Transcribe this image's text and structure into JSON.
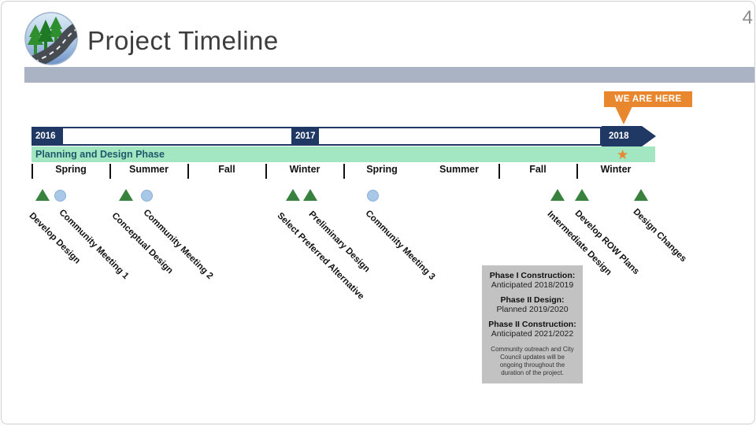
{
  "slide": {
    "title": "Project Timeline",
    "page_number": "4"
  },
  "colors": {
    "navy": "#1f3864",
    "mint": "#a3e6c2",
    "orange": "#e8872e",
    "band": "#a9b3c4",
    "tree_green": "#38813f",
    "circle_blue": "#a9c7e6",
    "phase_text": "#1c5a6b",
    "gray_box": "#c2c2c2"
  },
  "we_are_here": {
    "label": "WE ARE HERE"
  },
  "timeline": {
    "years": [
      "2016",
      "2017",
      "2018"
    ],
    "phase_label": "Planning and Design Phase",
    "seasons": [
      "Spring",
      "Summer",
      "Fall",
      "Winter",
      "Spring",
      "Summer",
      "Fall",
      "Winter"
    ],
    "current_marker": "star"
  },
  "milestones": [
    {
      "label": "Develop Design",
      "marker": "triangle",
      "season": "Spring 2016"
    },
    {
      "label": "Community Meeting 1",
      "marker": "circle",
      "season": "Spring 2016"
    },
    {
      "label": "Conceptual Design",
      "marker": "triangle",
      "season": "Summer 2016"
    },
    {
      "label": "Community Meeting 2",
      "marker": "circle",
      "season": "Summer 2016"
    },
    {
      "label": "Select Preferred Alternative",
      "marker": "triangle",
      "season": "Winter 2016"
    },
    {
      "label": "Preliminary Design",
      "marker": "triangle",
      "season": "Winter 2016"
    },
    {
      "label": "Community Meeting 3",
      "marker": "circle",
      "season": "Spring 2017"
    },
    {
      "label": "Intermediate Design",
      "marker": "triangle",
      "season": "Fall 2017"
    },
    {
      "label": "Develop ROW Plans",
      "marker": "triangle",
      "season": "Fall 2017"
    },
    {
      "label": "Design Changes",
      "marker": "triangle",
      "season": "Winter 2017"
    }
  ],
  "info_box": {
    "items": [
      {
        "heading": "Phase I Construction:",
        "detail": "Anticipated 2018/2019"
      },
      {
        "heading": "Phase II Design:",
        "detail": "Planned 2019/2020"
      },
      {
        "heading": "Phase II Construction:",
        "detail": "Anticipated 2021/2022"
      }
    ],
    "note": "Community outreach and City Council updates will be ongoing throughout the duration of the project."
  }
}
